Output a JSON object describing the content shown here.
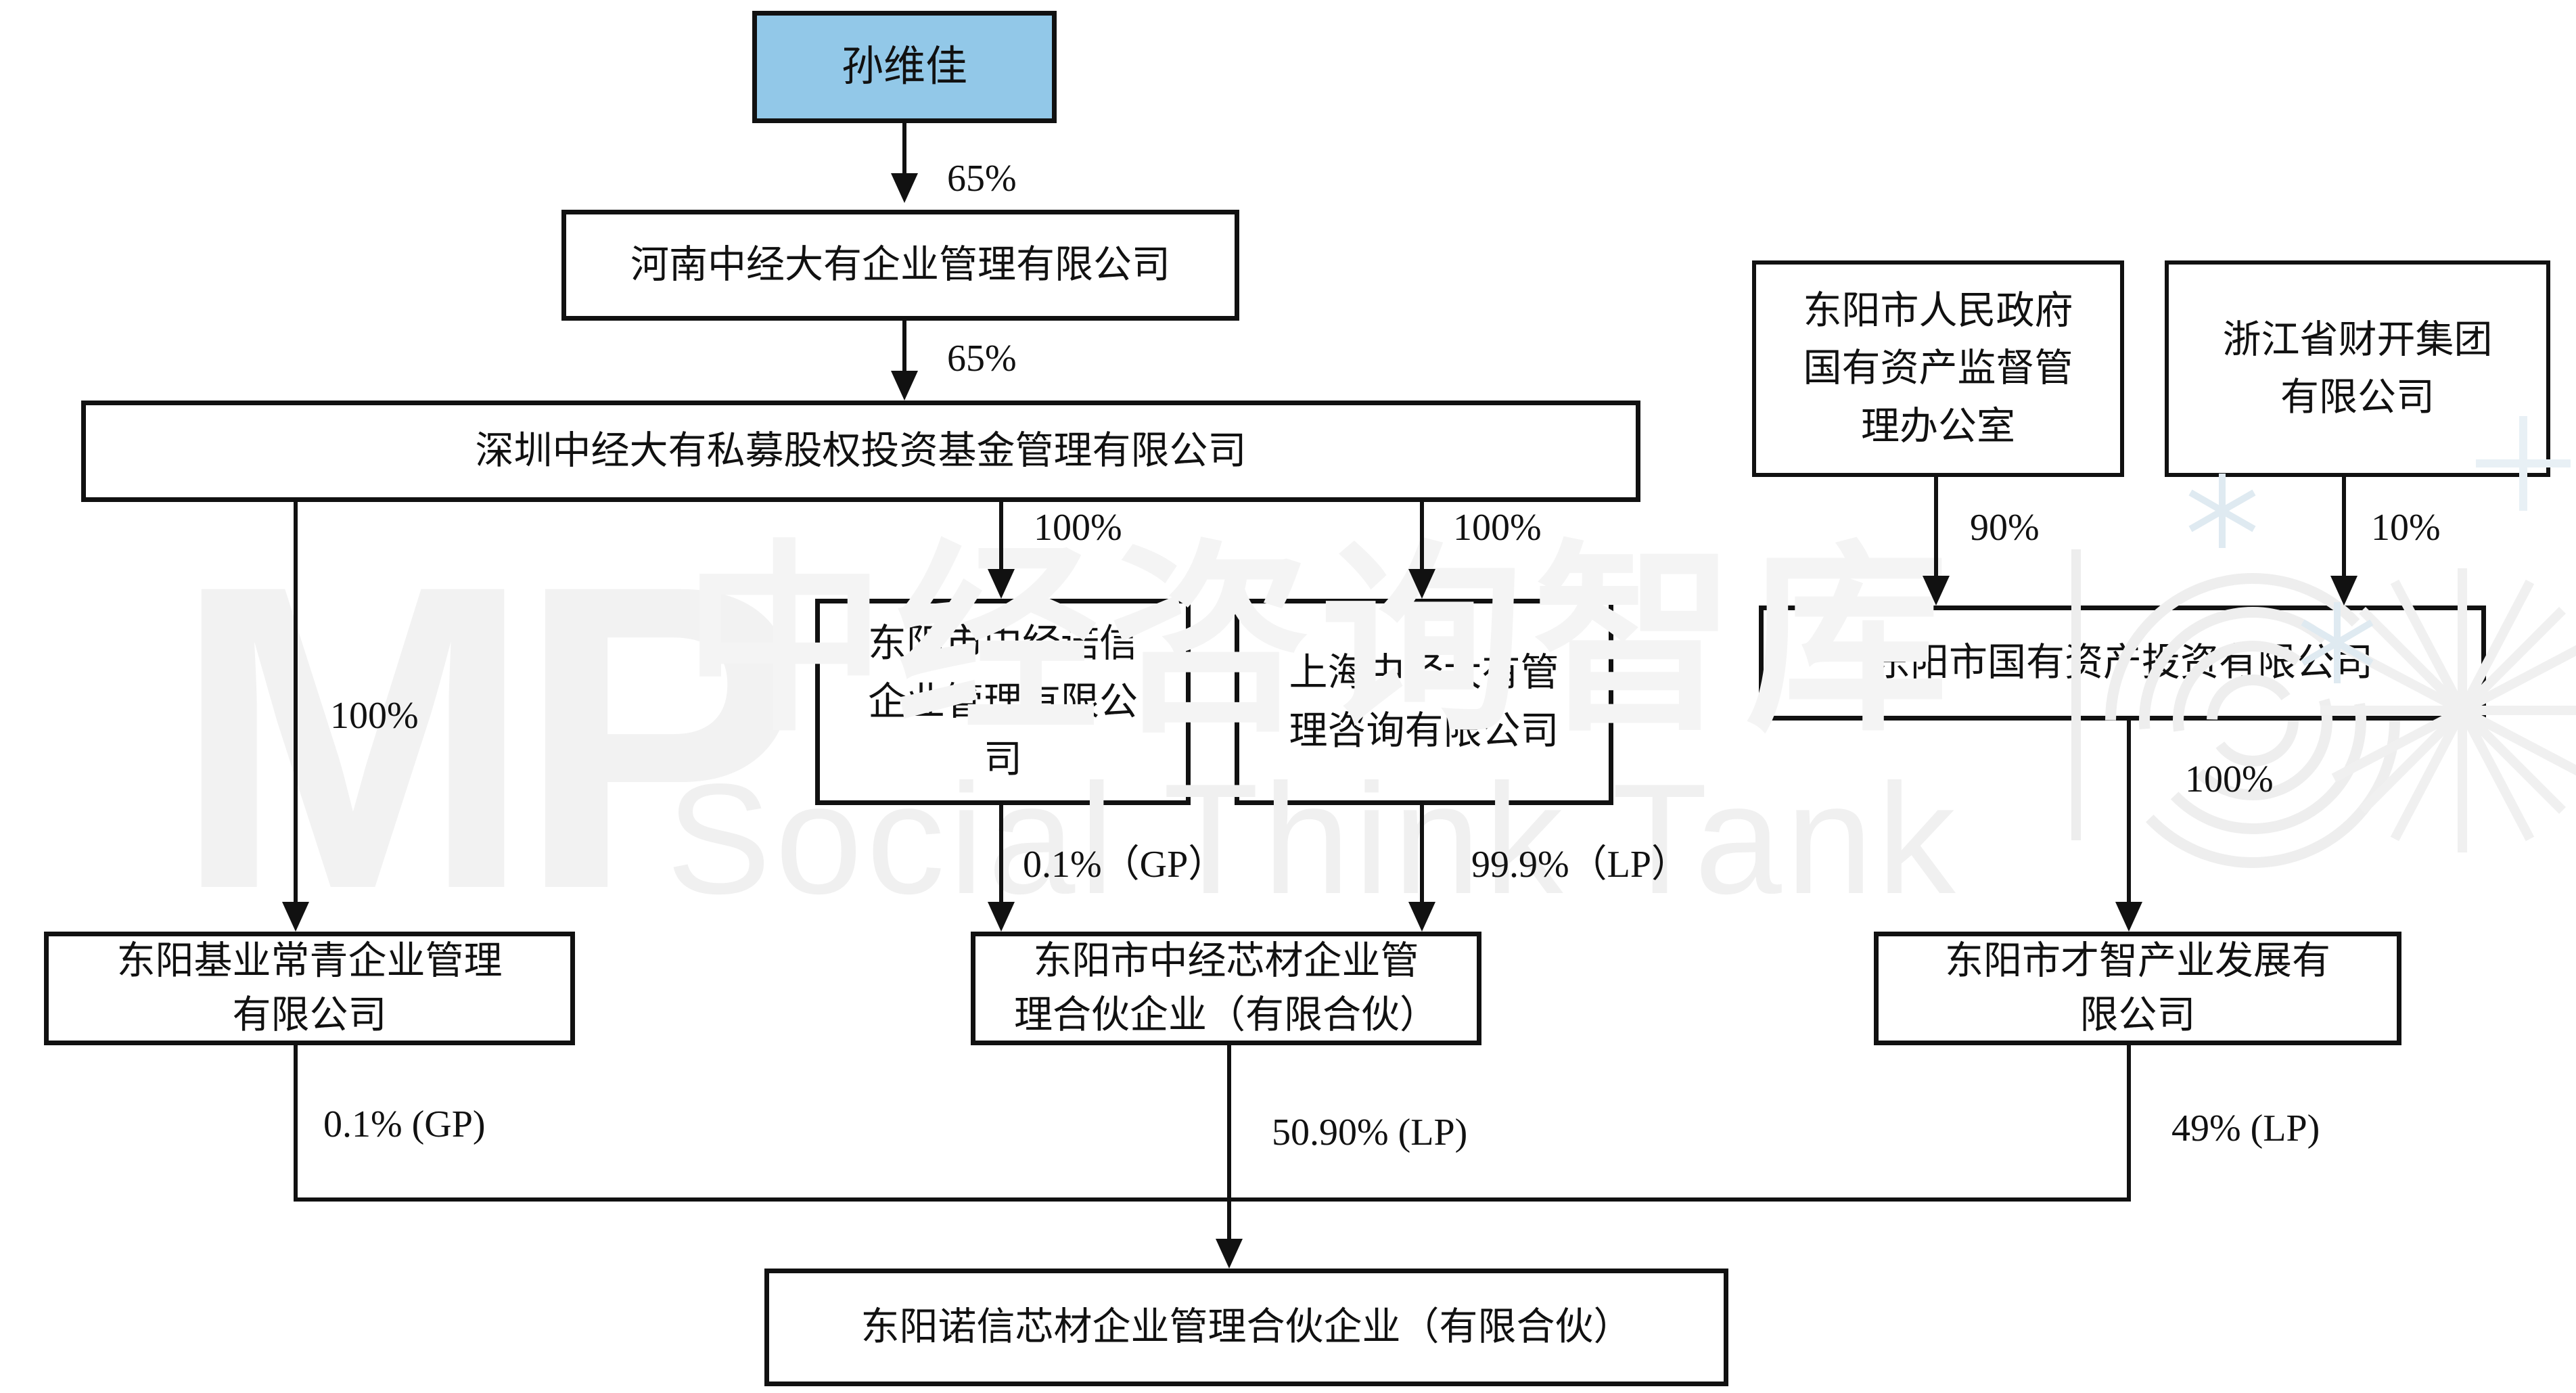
{
  "diagram": {
    "title_hint": "equity ownership structure flowchart",
    "nodes": {
      "sun_weijia": "孙维佳",
      "henan_zhongjing": "河南中经大有企业管理有限公司",
      "shenzhen_zhongjing": "深圳中经大有私募股权投资基金管理有限公司",
      "dongyang_nuoxin": "东阳市中经诺信\n企业管理有限公\n司",
      "shanghai_zhongjing": "上海中经大有管\n理咨询有限公司",
      "dongyang_gov_office": "东阳市人民政府\n国有资产监督管\n理办公室",
      "zhejiang_caikai": "浙江省财开集团\n有限公司",
      "dongyang_guozi": "东阳市国有资产投资有限公司",
      "dongyang_jiye": "东阳基业常青企业管理\n有限公司",
      "dongyang_xincai": "东阳市中经芯材企业管\n理合伙企业（有限合伙）",
      "dongyang_caizhi": "东阳市才智产业发展有\n限公司",
      "dongyang_nuoxin_xincai": "东阳诺信芯材企业管理合伙企业（有限合伙）"
    },
    "edges": {
      "sun_to_henan": "65%",
      "henan_to_shenzhen": "65%",
      "shenzhen_to_jiye": "100%",
      "shenzhen_to_nuoxin": "100%",
      "shenzhen_to_shanghai": "100%",
      "gov_to_guozi": "90%",
      "caikai_to_guozi": "10%",
      "guozi_to_caizhi": "100%",
      "nuoxin_to_xincai": "0.1%（GP）",
      "shanghai_to_xincai": "99.9%（LP）",
      "jiye_to_bottom": "0.1% (GP)",
      "xincai_to_bottom": "50.90% (LP)",
      "caizhi_to_bottom": "49% (LP)"
    },
    "watermark": {
      "mp": "MP",
      "cn": "中经咨询智库",
      "divider": "│",
      "en": "Social Think Tank"
    },
    "colors": {
      "person_box_fill": "#92c8e8",
      "line_and_border": "#111111",
      "watermark_gray": "#f2f2f2"
    }
  }
}
